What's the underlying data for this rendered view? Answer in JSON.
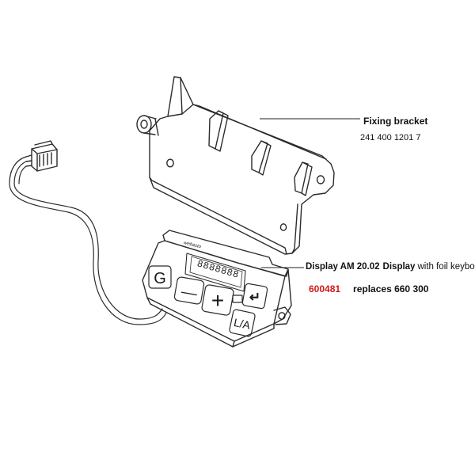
{
  "labels": {
    "bracket_title": "Fixing bracket",
    "bracket_part": "241 400 1201 7",
    "display_name": "Display AM 20.02",
    "display_prefix": "Display",
    "display_desc": "with foil keyboard",
    "order_number": "600481",
    "replaces": "replaces 660 300"
  },
  "keypad": {
    "key_g": "G",
    "key_minus": "—",
    "key_plus": "+",
    "key_enter": "↵",
    "key_la": "L/A",
    "digits": "8888888",
    "brand": "webasto"
  },
  "colors": {
    "line": "#2b2b2b",
    "order_number": "#d21919"
  }
}
